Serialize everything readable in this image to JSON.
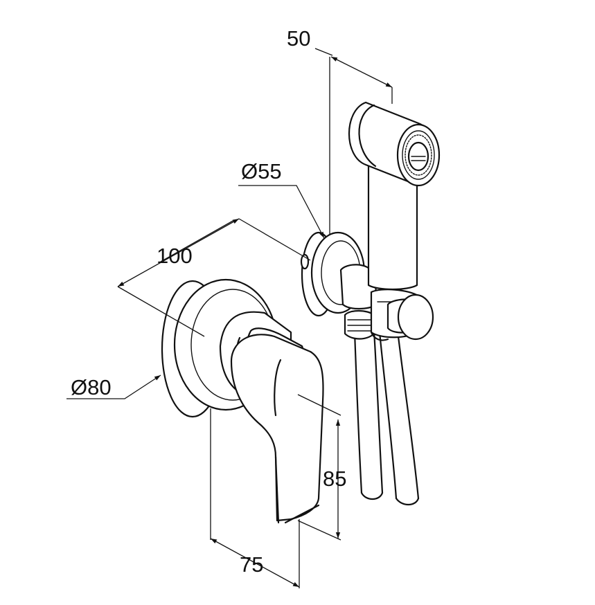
{
  "dimensions": {
    "top_width": "50",
    "bracket_diameter": "Ø55",
    "depth": "100",
    "rosette_diameter": "Ø80",
    "handle_height": "85",
    "handle_projection": "75"
  },
  "colors": {
    "line": "#111111",
    "background": "#ffffff"
  }
}
